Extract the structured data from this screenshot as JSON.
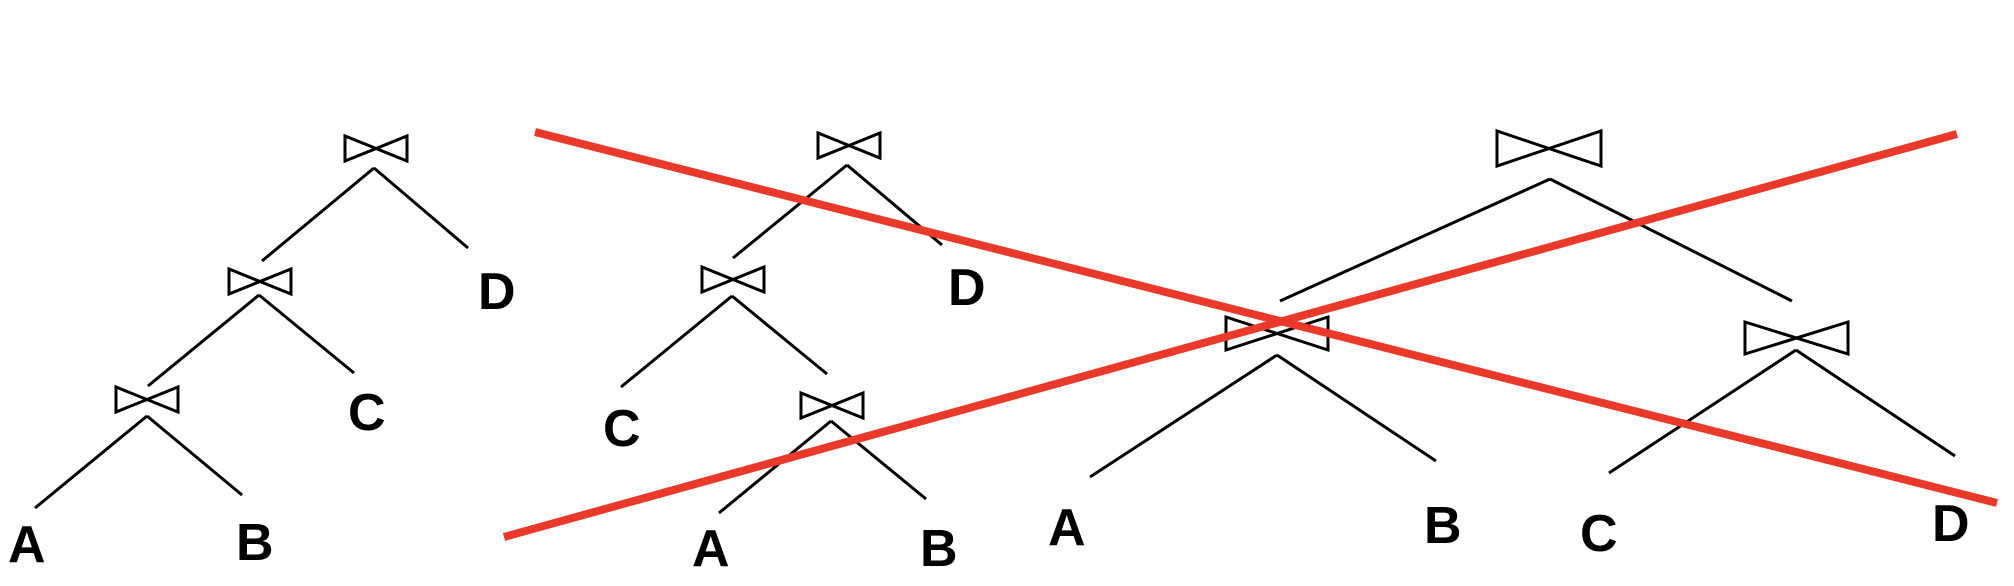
{
  "colors": {
    "line": "#000000",
    "cross_out": "#e8392b",
    "background": "#ffffff"
  },
  "trees": [
    {
      "shape": "left-deep",
      "crossed_out": false,
      "leaves": [
        "A",
        "B",
        "C",
        "D"
      ]
    },
    {
      "shape": "left-deep-swapped",
      "crossed_out": true,
      "leaves": [
        "C",
        "A",
        "B",
        "D"
      ]
    },
    {
      "shape": "bushy",
      "crossed_out": true,
      "leaves": [
        "A",
        "B",
        "C",
        "D"
      ]
    }
  ],
  "join_symbol": "join-icon"
}
